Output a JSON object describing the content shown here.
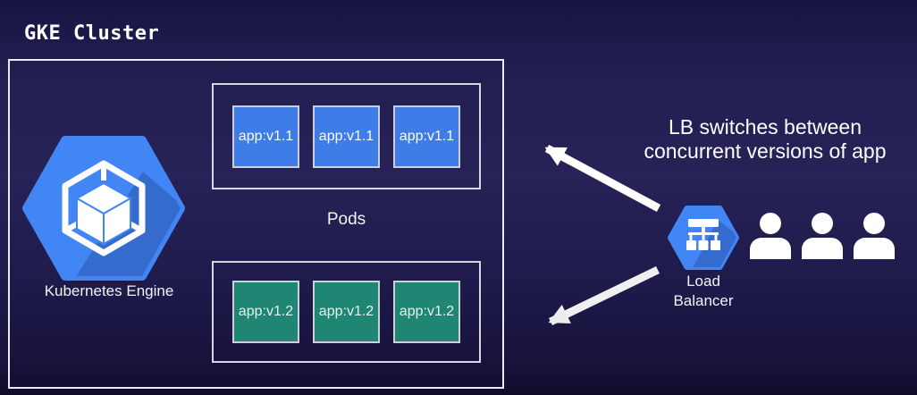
{
  "title": "GKE Cluster",
  "cluster": {
    "engine": {
      "label": "Kubernetes Engine",
      "icon": "gke-hexagon-cube-icon"
    },
    "pods_label": "Pods",
    "pod_groups": [
      {
        "version": "v1.1",
        "color": "#3e7de8",
        "pods": [
          "app:v1.1",
          "app:v1.1",
          "app:v1.1"
        ]
      },
      {
        "version": "v1.2",
        "color": "#1f8672",
        "pods": [
          "app:v1.2",
          "app:v1.2",
          "app:v1.2"
        ]
      }
    ]
  },
  "load_balancer": {
    "label_lines": [
      "Load",
      "Balancer"
    ],
    "icon": "load-balancer-network-tree-icon"
  },
  "annotation": {
    "lines": [
      "LB switches between",
      "concurrent versions of app"
    ]
  },
  "users": {
    "count": 3,
    "icon": "user-icon"
  },
  "arrows": [
    {
      "name": "arrow-lb-to-v1.1-pods",
      "direction": "upper-left"
    },
    {
      "name": "arrow-lb-to-v1.2-pods",
      "direction": "lower-left"
    }
  ],
  "colors": {
    "background": "#221e52",
    "google_blue": "#4285f4",
    "pod_blue": "#3e7de8",
    "pod_green": "#1f8672",
    "border_light": "#eceaf2",
    "arrow_white": "#ffffff",
    "text_white": "#ffffff"
  }
}
